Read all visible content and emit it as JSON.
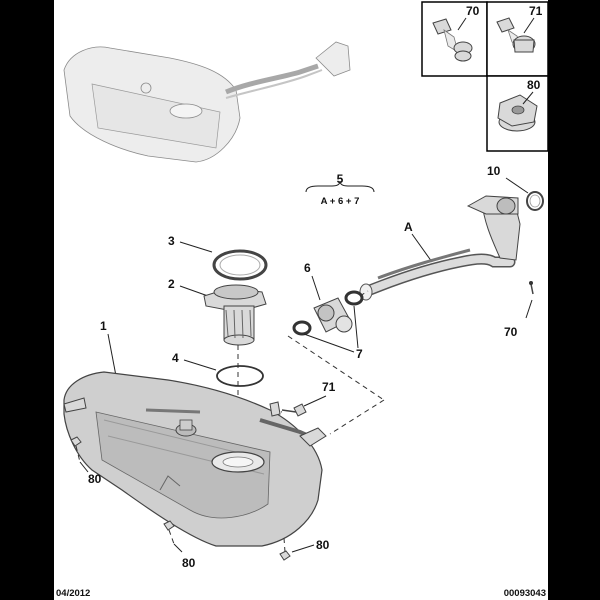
{
  "callouts": {
    "p1": "1",
    "p2": "2",
    "p3": "3",
    "p4": "4",
    "p5": "5",
    "p5_formula": "A + 6 + 7",
    "p6": "6",
    "p7": "7",
    "pA": "A",
    "p10": "10",
    "p70_inset": "70",
    "p71_inset": "71",
    "p80_inset": "80",
    "p70_right": "70",
    "p71_mid": "71",
    "p80_left": "80",
    "p80_bottom": "80",
    "p80_right": "80"
  },
  "footer": {
    "date": "04/2012",
    "code": "00093043"
  }
}
